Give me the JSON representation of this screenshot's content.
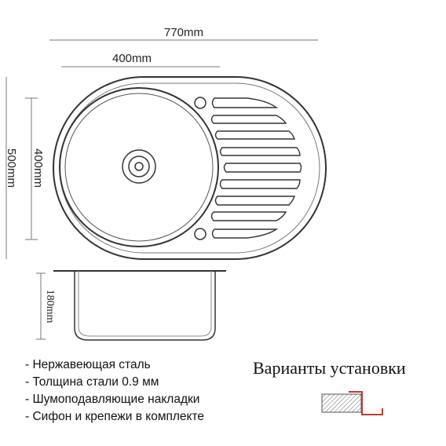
{
  "dimensions": {
    "overall_width": "770mm",
    "bowl_width": "400mm",
    "overall_depth": "500mm",
    "bowl_depth": "400mm",
    "bowl_height": "180mm"
  },
  "features": [
    "- Нержавеющая сталь",
    "- Толщина стали 0.9 мм",
    "- Шумоподавляющие накладки",
    "- Сифон и крепежи в комплекте"
  ],
  "installation": {
    "title": "Варианты установки",
    "accent_color": "#c0392b"
  }
}
